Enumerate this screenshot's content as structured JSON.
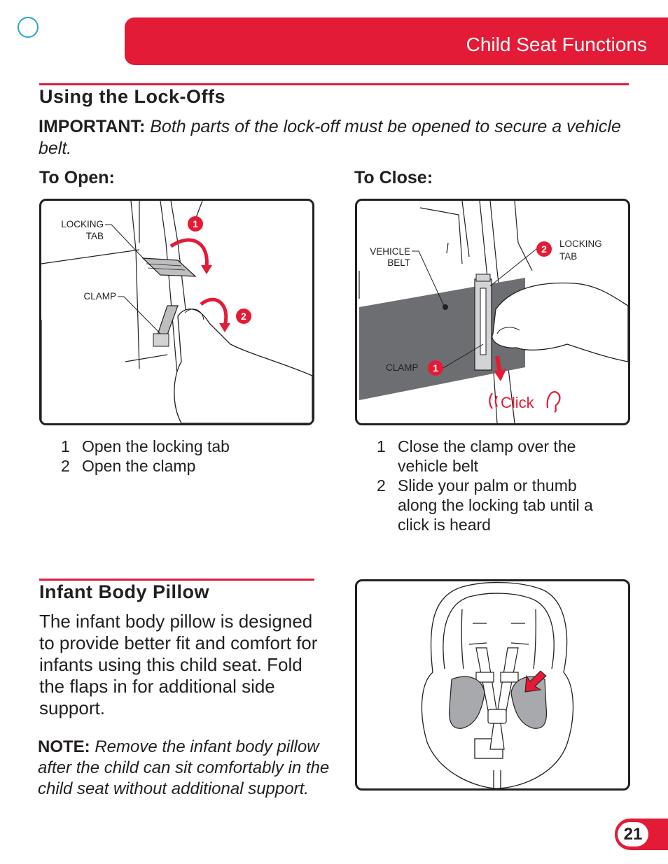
{
  "header": {
    "title": "Child Seat Functions"
  },
  "lockoffs": {
    "title": "Using the Lock-Offs",
    "important_label": "IMPORTANT:",
    "important_text": "Both parts of the lock-off must be opened to secure a vehicle belt.",
    "open": {
      "title": "To Open:",
      "labels": {
        "locking_tab_1": "LOCKING",
        "locking_tab_2": "TAB",
        "clamp": "CLAMP"
      },
      "badges": [
        "1",
        "2"
      ],
      "steps": [
        {
          "num": "1",
          "text": "Open the locking tab"
        },
        {
          "num": "2",
          "text": "Open the clamp"
        }
      ]
    },
    "close": {
      "title": "To Close:",
      "labels": {
        "vehicle_belt_1": "VEHICLE",
        "vehicle_belt_2": "BELT",
        "locking_tab_1": "LOCKING",
        "locking_tab_2": "TAB",
        "clamp": "CLAMP",
        "click": "Click"
      },
      "badges": [
        "2",
        "1"
      ],
      "steps": [
        {
          "num": "1",
          "text": "Close the clamp over the vehicle belt"
        },
        {
          "num": "2",
          "text": "Slide your palm or thumb along the locking tab until a click is heard"
        }
      ]
    }
  },
  "pillow": {
    "title": "Infant Body Pillow",
    "body": "The infant body pillow is designed to provide better fit and comfort for infants using this child seat. Fold the flaps in for additional side support.",
    "note_label": "NOTE:",
    "note_text": "Remove the infant body pillow after the child can sit comfortably in the child seat without additional support."
  },
  "page_number": "21",
  "colors": {
    "brand_red": "#e31b36",
    "belt_gray": "#6d6e71",
    "pillow_gray": "#a7a9ac",
    "ink": "#231f20",
    "circle_blue": "#2aa3c9"
  }
}
